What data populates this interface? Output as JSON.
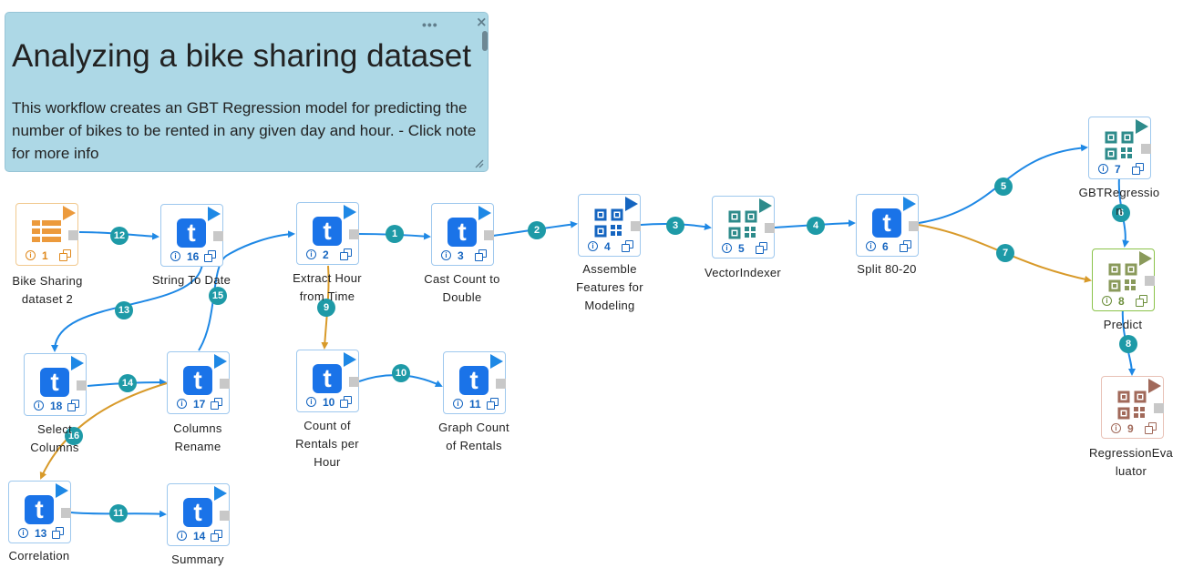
{
  "note": {
    "title": "Analyzing a bike sharing dataset",
    "body": "This workflow creates an GBT Regression model for predicting the number of bikes to be rented in any given day and hour. - Click note for more info"
  },
  "colors": {
    "edge_blue": "#1e88e5",
    "edge_orange": "#d89a2a",
    "badge": "#1e9aa7",
    "tile_blue": "#1a73e8",
    "qr_blue": "#1565c0",
    "qr_teal": "#2e8b8b",
    "qr_olive": "#8a9a5b",
    "qr_rose": "#a1695a",
    "table_orange": "#ec9a3c"
  },
  "nodes": [
    {
      "id": "1",
      "label": "Bike Sharing\ndataset 2",
      "icon": "table-icon"
    },
    {
      "id": "16",
      "label": "String To Date",
      "icon": "t-icon"
    },
    {
      "id": "2",
      "label": "Extract Hour\nfrom Time",
      "icon": "t-icon"
    },
    {
      "id": "3",
      "label": "Cast Count to\nDouble",
      "icon": "t-icon"
    },
    {
      "id": "4",
      "label": "Assemble\nFeatures for\nModeling",
      "icon": "qr-icon"
    },
    {
      "id": "5",
      "label": "VectorIndexer",
      "icon": "qr-icon"
    },
    {
      "id": "6",
      "label": "Split 80-20",
      "icon": "t-icon"
    },
    {
      "id": "7",
      "label": "GBTRegressio\nn",
      "icon": "qr-icon"
    },
    {
      "id": "8",
      "label": "Predict",
      "icon": "qr-icon"
    },
    {
      "id": "9",
      "label": "RegressionEva\nluator",
      "icon": "qr-icon"
    },
    {
      "id": "18",
      "label": "Select\nColumns",
      "icon": "t-icon"
    },
    {
      "id": "17",
      "label": "Columns\nRename",
      "icon": "t-icon"
    },
    {
      "id": "10",
      "label": "Count of\nRentals per\nHour",
      "icon": "t-icon"
    },
    {
      "id": "11",
      "label": "Graph Count\nof Rentals",
      "icon": "t-icon"
    },
    {
      "id": "13",
      "label": "Correlation",
      "icon": "t-icon"
    },
    {
      "id": "14",
      "label": "Summary",
      "icon": "t-icon"
    }
  ],
  "edges": [
    {
      "id": "12",
      "from": "1",
      "to": "16",
      "kind": "blue"
    },
    {
      "id": "13",
      "from": "16",
      "to": "18",
      "kind": "blue"
    },
    {
      "id": "14",
      "from": "18",
      "to": "17",
      "kind": "blue"
    },
    {
      "id": "15",
      "from": "17",
      "to": "2",
      "kind": "blue"
    },
    {
      "id": "1",
      "from": "2",
      "to": "3",
      "kind": "blue"
    },
    {
      "id": "9",
      "from": "2",
      "to": "10",
      "kind": "orange"
    },
    {
      "id": "10",
      "from": "10",
      "to": "11",
      "kind": "blue"
    },
    {
      "id": "2",
      "from": "3",
      "to": "4",
      "kind": "blue"
    },
    {
      "id": "3",
      "from": "4",
      "to": "5",
      "kind": "blue"
    },
    {
      "id": "4",
      "from": "5",
      "to": "6",
      "kind": "blue"
    },
    {
      "id": "5",
      "from": "6",
      "to": "7",
      "kind": "blue"
    },
    {
      "id": "7",
      "from": "6",
      "to": "8",
      "kind": "orange"
    },
    {
      "id": "6",
      "from": "7",
      "to": "8",
      "kind": "blue"
    },
    {
      "id": "8",
      "from": "8",
      "to": "9",
      "kind": "blue"
    },
    {
      "id": "16",
      "from": "17",
      "to": "13",
      "kind": "orange"
    },
    {
      "id": "11",
      "from": "13",
      "to": "14",
      "kind": "blue"
    }
  ]
}
